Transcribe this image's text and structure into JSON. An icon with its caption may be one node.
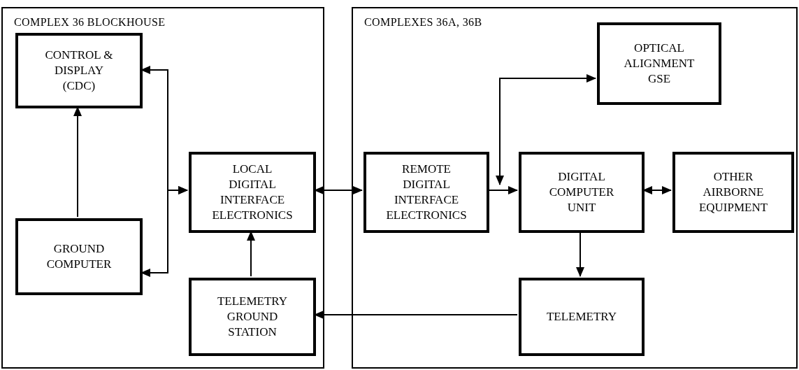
{
  "diagram": {
    "nodes": [
      {
        "text": [
          "COMPLEX 36 BLOCKHOUSE"
        ]
      },
      {
        "text": [
          "CONTROL & DISPLAY (CDC)"
        ],
        "in": 0
      },
      {
        "text": [
          "GROUND COMPUTER"
        ],
        "in": 0
      },
      {
        "text": [
          "LOCAL DIGITAL INTERFACE ELECTRONICS"
        ],
        "in": 0
      },
      {
        "text": [
          "TELEMETRY GROUND STATION"
        ],
        "in": 0
      },
      {
        "text": [
          "COMPLEXES 36A, 36B"
        ]
      },
      {
        "text": [
          "OPTICAL ALIGNMENT GSE"
        ],
        "in": 5
      },
      {
        "text": [
          "REMOTE DIGITAL INTERFACE ELECTRONICS"
        ],
        "in": 5
      },
      {
        "text": [
          "DIGITAL COMPUTER UNIT"
        ],
        "in": 5
      },
      {
        "text": [
          "OTHER AIRBORNE EQUIPMENT"
        ],
        "in": 5
      },
      {
        "text": [
          "TELEMETRY"
        ],
        "in": 5
      }
    ],
    "edges": [
      {
        "from": 2,
        "to": 1,
        "arrow": "to"
      },
      {
        "from": 3,
        "to": 1,
        "arrow": "both"
      },
      {
        "from": 3,
        "to": 2,
        "arrow": "both"
      },
      {
        "from": 4,
        "to": 3,
        "arrow": "to"
      },
      {
        "from": 3,
        "to": 7,
        "arrow": "both"
      },
      {
        "from": 7,
        "to": 8,
        "arrow": "to"
      },
      {
        "from": 6,
        "to": 8,
        "arrow": "both"
      },
      {
        "from": 8,
        "to": 9,
        "arrow": "both"
      },
      {
        "from": 8,
        "to": 10,
        "arrow": "to"
      },
      {
        "from": 10,
        "to": 4,
        "arrow": "to"
      }
    ]
  }
}
